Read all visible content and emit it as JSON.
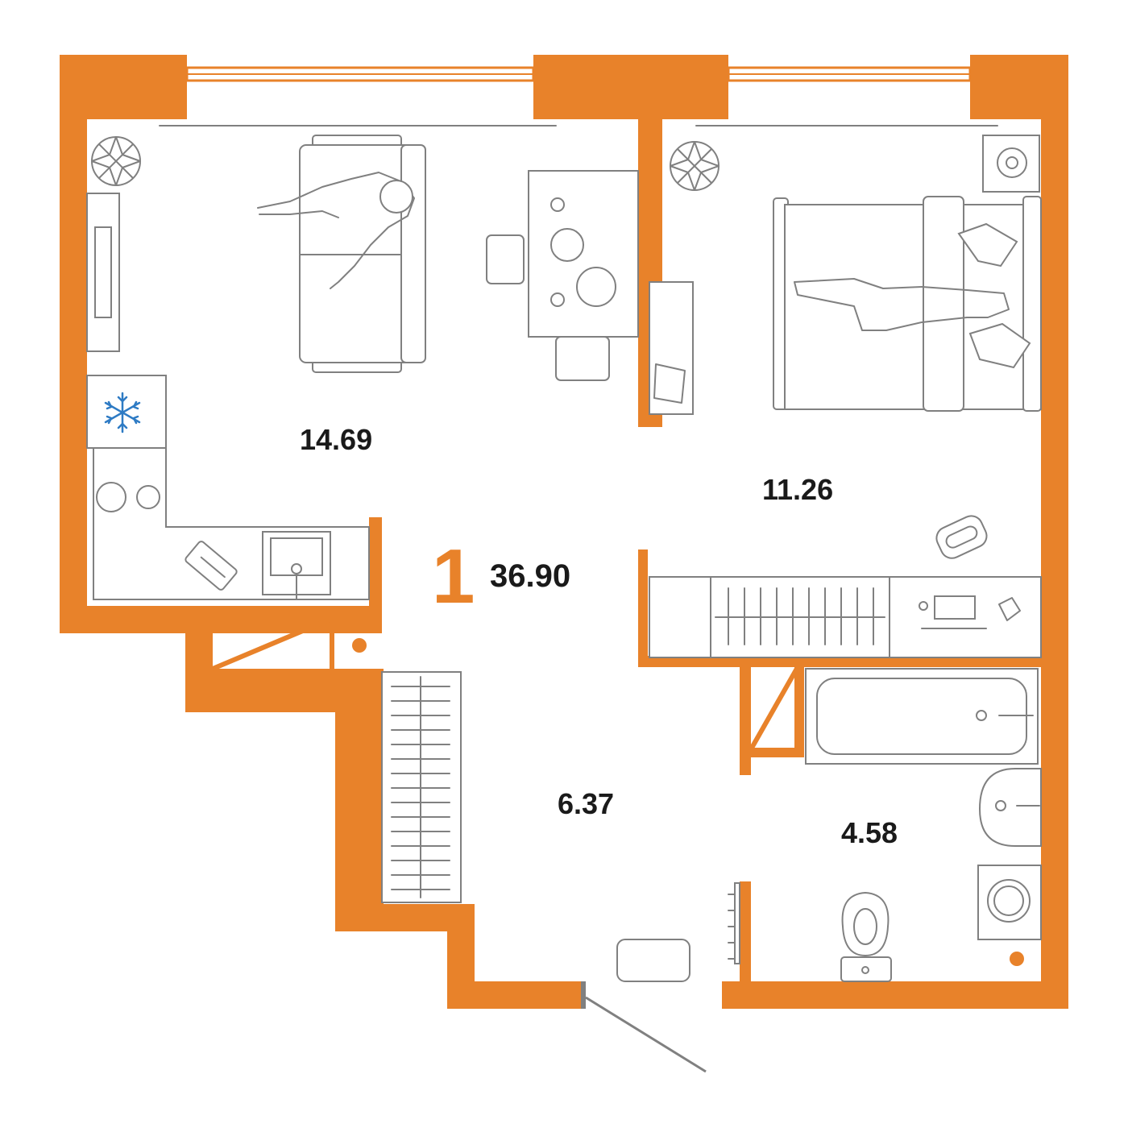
{
  "plan": {
    "rooms_count": "1",
    "total_area": "36.90",
    "rooms": [
      {
        "id": "living-kitchen",
        "area": "14.69"
      },
      {
        "id": "bedroom",
        "area": "11.26"
      },
      {
        "id": "hallway",
        "area": "6.37"
      },
      {
        "id": "bathroom",
        "area": "4.58"
      }
    ]
  },
  "colors": {
    "wall": "#E8822A",
    "furniture_stroke": "#808080",
    "snowflake": "#2E7BC4",
    "text": "#1a1a1a",
    "background": "#ffffff"
  },
  "icons": [
    "plant-icon",
    "tv-icon",
    "sofa-icon",
    "person-icon",
    "dining-table-icon",
    "chair-icon",
    "fridge-snowflake-icon",
    "stove-icon",
    "sink-icon",
    "cutting-board-icon",
    "bed-icon",
    "desk-icon",
    "computer-icon",
    "wardrobe-icon",
    "bathtub-icon",
    "washbasin-icon",
    "washing-machine-icon",
    "toilet-icon",
    "radiator-icon",
    "door-icon",
    "doormat-icon",
    "riser-icon"
  ]
}
